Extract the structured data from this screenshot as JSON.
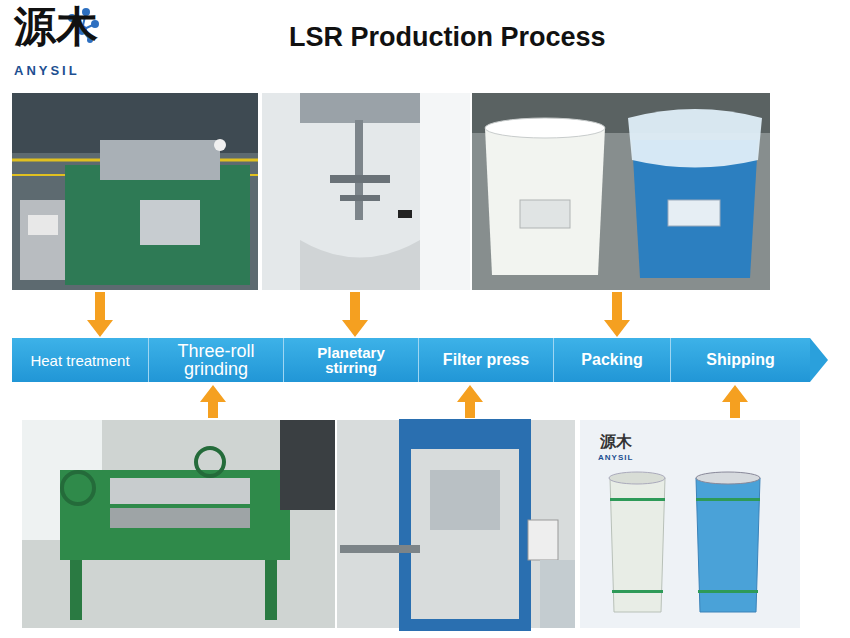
{
  "diagram": {
    "title": "LSR Production Process",
    "nodes": [
      {
        "text": [
          "Heat treatment"
        ]
      },
      {
        "text": [
          "Three-roll grinding"
        ]
      },
      {
        "text": [
          "Planetary stirring"
        ]
      },
      {
        "text": [
          "Filter press"
        ]
      },
      {
        "text": [
          "Packing"
        ]
      },
      {
        "text": [
          "Shipping"
        ]
      }
    ],
    "labels": [
      "源木",
      "ANYSIL",
      "源木",
      "ANYSIL"
    ]
  }
}
